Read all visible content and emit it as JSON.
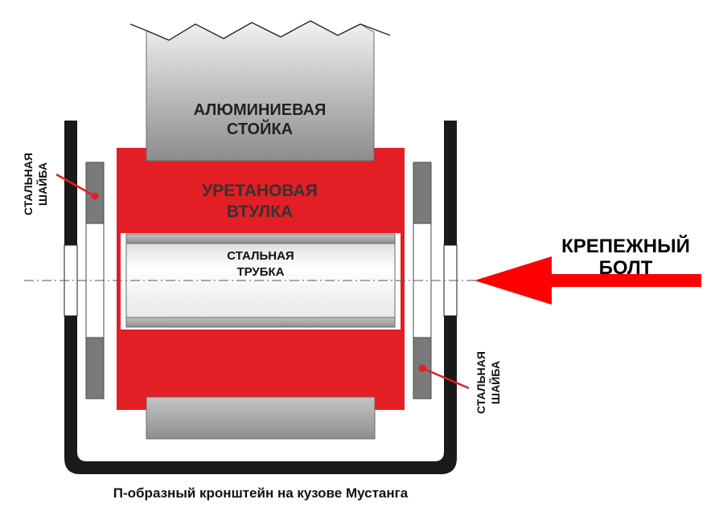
{
  "labels": {
    "post_line1": "АЛЮМИНИЕВАЯ",
    "post_line2": "СТОЙКА",
    "bushing_line1": "УРЕТАНОВАЯ",
    "bushing_line2": "ВТУЛКА",
    "tube_line1": "СТАЛЬНАЯ",
    "tube_line2": "ТРУБКА",
    "bolt_line1": "КРЕПЕЖНЫЙ",
    "bolt_line2": "БОЛТ",
    "washer_left_line1": "СТАЛЬНАЯ",
    "washer_left_line2": "ШАЙБА",
    "washer_right_line1": "СТАЛЬНАЯ",
    "washer_right_line2": "ШАЙБА",
    "caption": "П-образный кронштейн на кузове Мустанга"
  },
  "colors": {
    "bushing_red": "#e31e24",
    "arrow_red": "#ff0000",
    "bracket": "#1a1a1a",
    "washer_gray": "#7a7a7a"
  }
}
